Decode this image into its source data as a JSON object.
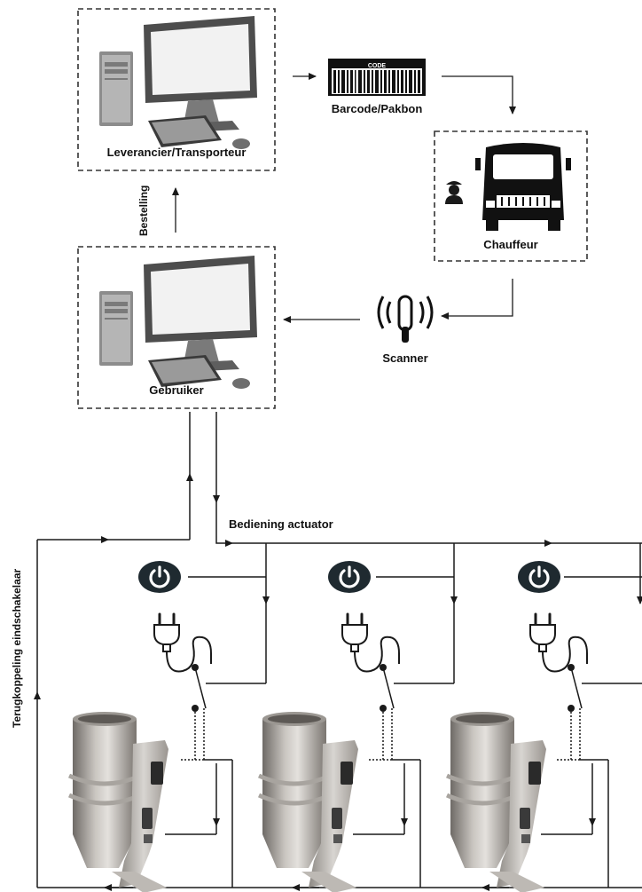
{
  "nodes": {
    "supplier": "Leverancier/Transporteur",
    "barcode": "Barcode/Pakbon",
    "barcode_code_text": "CODE",
    "driver": "Chauffeur",
    "scanner": "Scanner",
    "user": "Gebruiker"
  },
  "edges": {
    "order": "Bestelling",
    "actuator_control": "Bediening actuator",
    "limit_switch_feedback": "Terugkoppeling eindschakelaar"
  },
  "icons": [
    "desktop-computer-icon",
    "barcode-icon",
    "truck-icon",
    "driver-person-icon",
    "handheld-scanner-icon",
    "power-button-icon",
    "power-plug-icon",
    "valve-actuator-image"
  ],
  "colors": {
    "line": "#1a1a1a",
    "dashed_border": "#333333",
    "power_button_fill": "#1f2a30"
  }
}
